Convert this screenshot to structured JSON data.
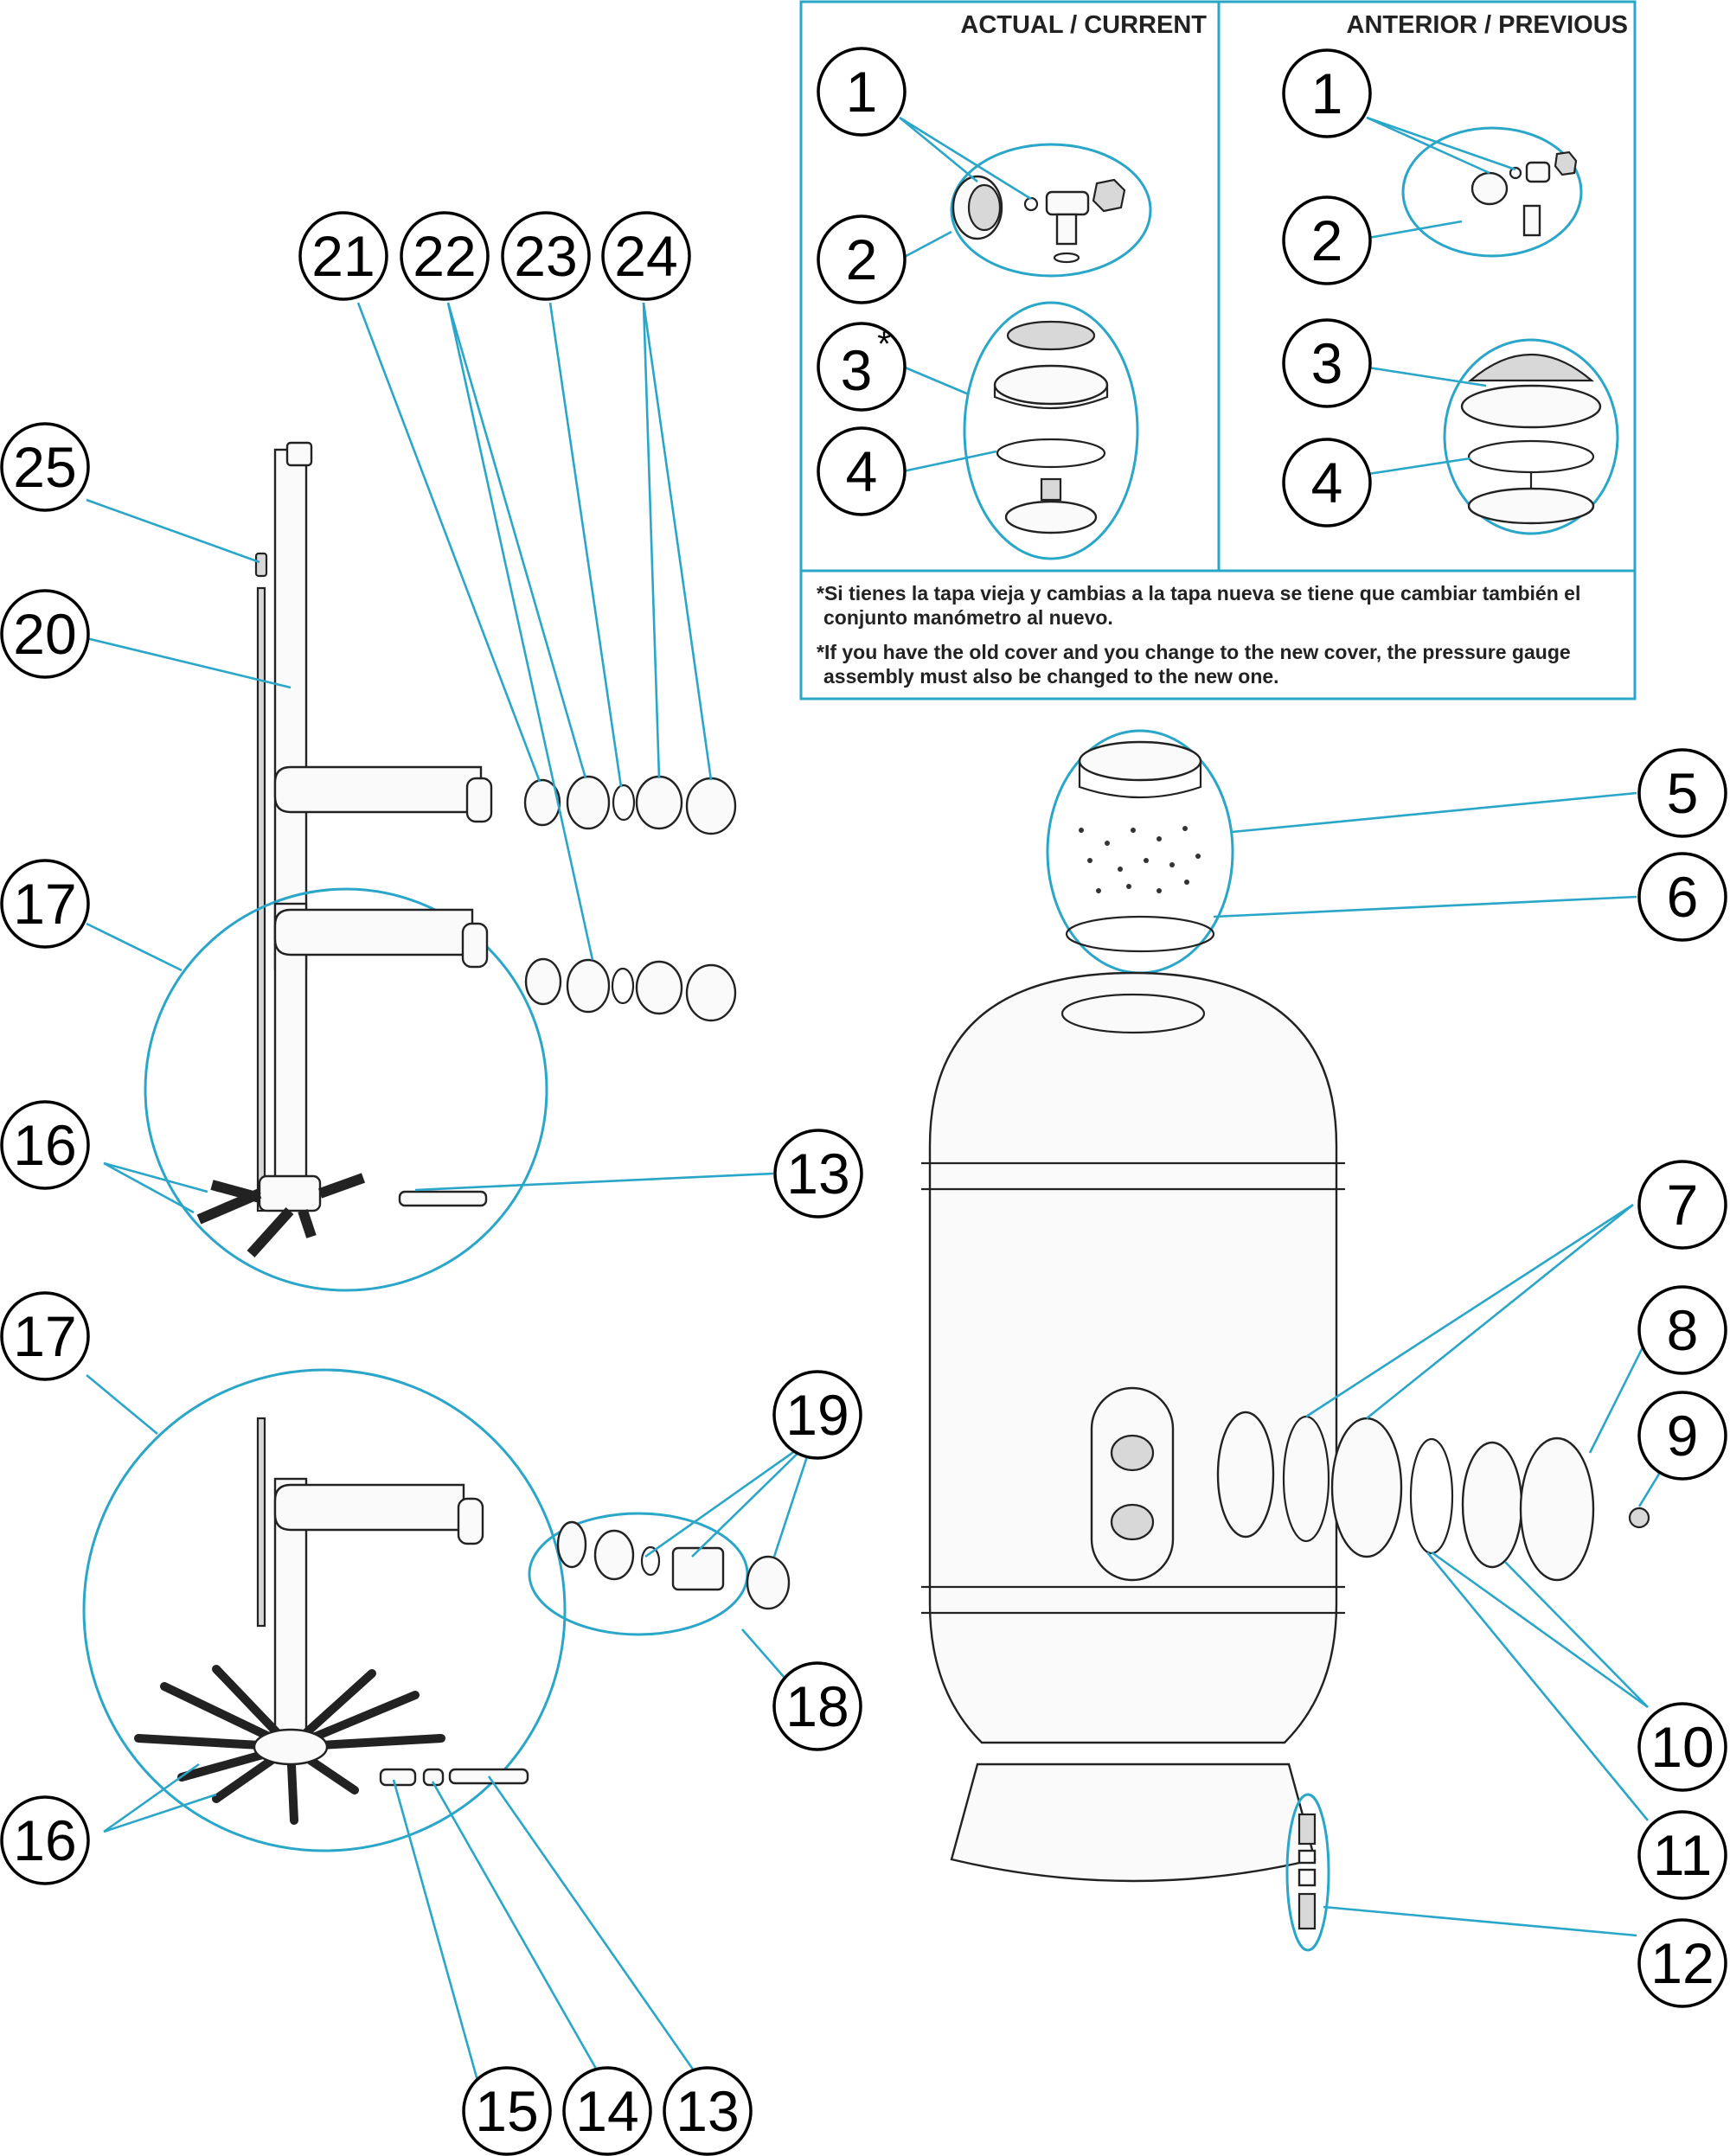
{
  "box": {
    "current_header": "ACTUAL / CURRENT",
    "previous_header": "ANTERIOR / PREVIOUS",
    "note_es_line1": "*Si tienes la tapa vieja y cambias a la tapa nueva se tiene que cambiar también el",
    "note_es_line2": "conjunto manómetro al nuevo.",
    "note_en_line1": "*If you have the old cover and you change to the new cover, the pressure gauge",
    "note_en_line2": "assembly must also be changed to the new one."
  },
  "callouts": {
    "cur_1": "1",
    "cur_2": "2",
    "cur_3": "3",
    "cur_3_star": "*",
    "cur_4": "4",
    "prev_1": "1",
    "prev_2": "2",
    "prev_3": "3",
    "prev_4": "4",
    "c5": "5",
    "c6": "6",
    "c7": "7",
    "c8": "8",
    "c9": "9",
    "c10": "10",
    "c11": "11",
    "c12": "12",
    "c13a": "13",
    "c13b": "13",
    "c14": "14",
    "c15": "15",
    "c16a": "16",
    "c16b": "16",
    "c17a": "17",
    "c17b": "17",
    "c18": "18",
    "c19": "19",
    "c20": "20",
    "c21": "21",
    "c22": "22",
    "c23": "23",
    "c24": "24",
    "c25": "25"
  }
}
